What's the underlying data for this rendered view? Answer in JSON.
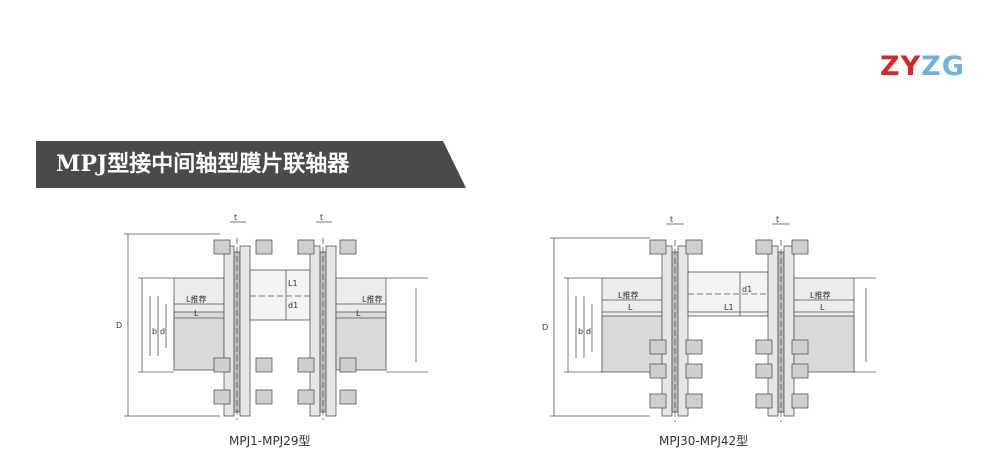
{
  "brand": {
    "logo_part1": "ZY",
    "logo_part2": "ZG",
    "color_primary": "#d8262b",
    "color_secondary": "#6fb2de"
  },
  "banner": {
    "title": "MPJ型接中间轴型膜片联轴器",
    "bg_color": "#4a4a4a"
  },
  "figures": [
    {
      "caption": "MPJ1-MPJ29型",
      "labels": {
        "D": "D",
        "d": "d",
        "b": "b",
        "L": "L",
        "L1": "L1",
        "d1": "d1",
        "L_rec": "L推荐",
        "t": "t"
      }
    },
    {
      "caption": "MPJ30-MPJ42型",
      "labels": {
        "D": "D",
        "d": "d",
        "b": "b",
        "L": "L",
        "L1": "L1",
        "d1": "d1",
        "L_rec": "L推荐",
        "t": "t"
      }
    }
  ]
}
